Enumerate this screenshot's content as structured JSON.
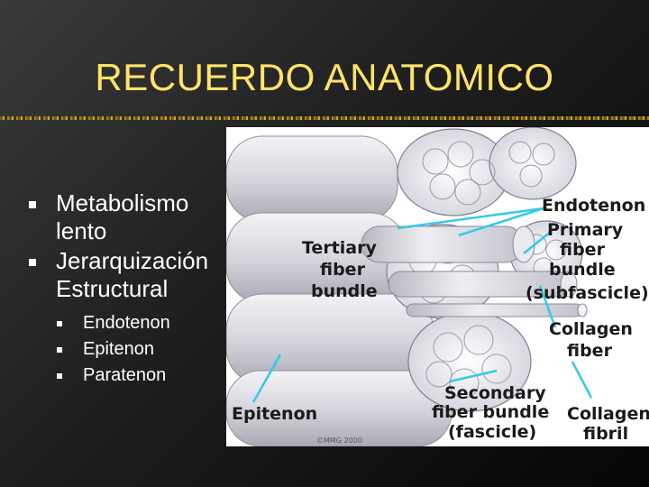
{
  "slide": {
    "title": "RECUERDO ANATOMICO",
    "bullets": [
      "Metabolismo lento",
      "Jerarquización Estructural"
    ],
    "sub_bullets": [
      "Endotenon",
      "Epitenon",
      "Paratenon"
    ]
  },
  "figure": {
    "labels": {
      "endotenon": "Endotenon",
      "primary_1": "Primary",
      "primary_2": "fiber",
      "primary_3": "bundle",
      "primary_4": "(subfascicle)",
      "tertiary_1": "Tertiary",
      "tertiary_2": "fiber",
      "tertiary_3": "bundle",
      "collagen_fiber_1": "Collagen",
      "collagen_fiber_2": "fiber",
      "secondary_1": "Secondary",
      "secondary_2": "fiber bundle",
      "secondary_3": "(fascicle)",
      "collagen_fibril_1": "Collagen",
      "collagen_fibril_2": "fibril",
      "epitenon": "Epitenon"
    },
    "copyright": "©MMG 2000"
  },
  "colors": {
    "title": "#ffe36a",
    "text": "#ffffff",
    "leader_lines": "#35c8e8",
    "background": "#1e1e1e"
  }
}
